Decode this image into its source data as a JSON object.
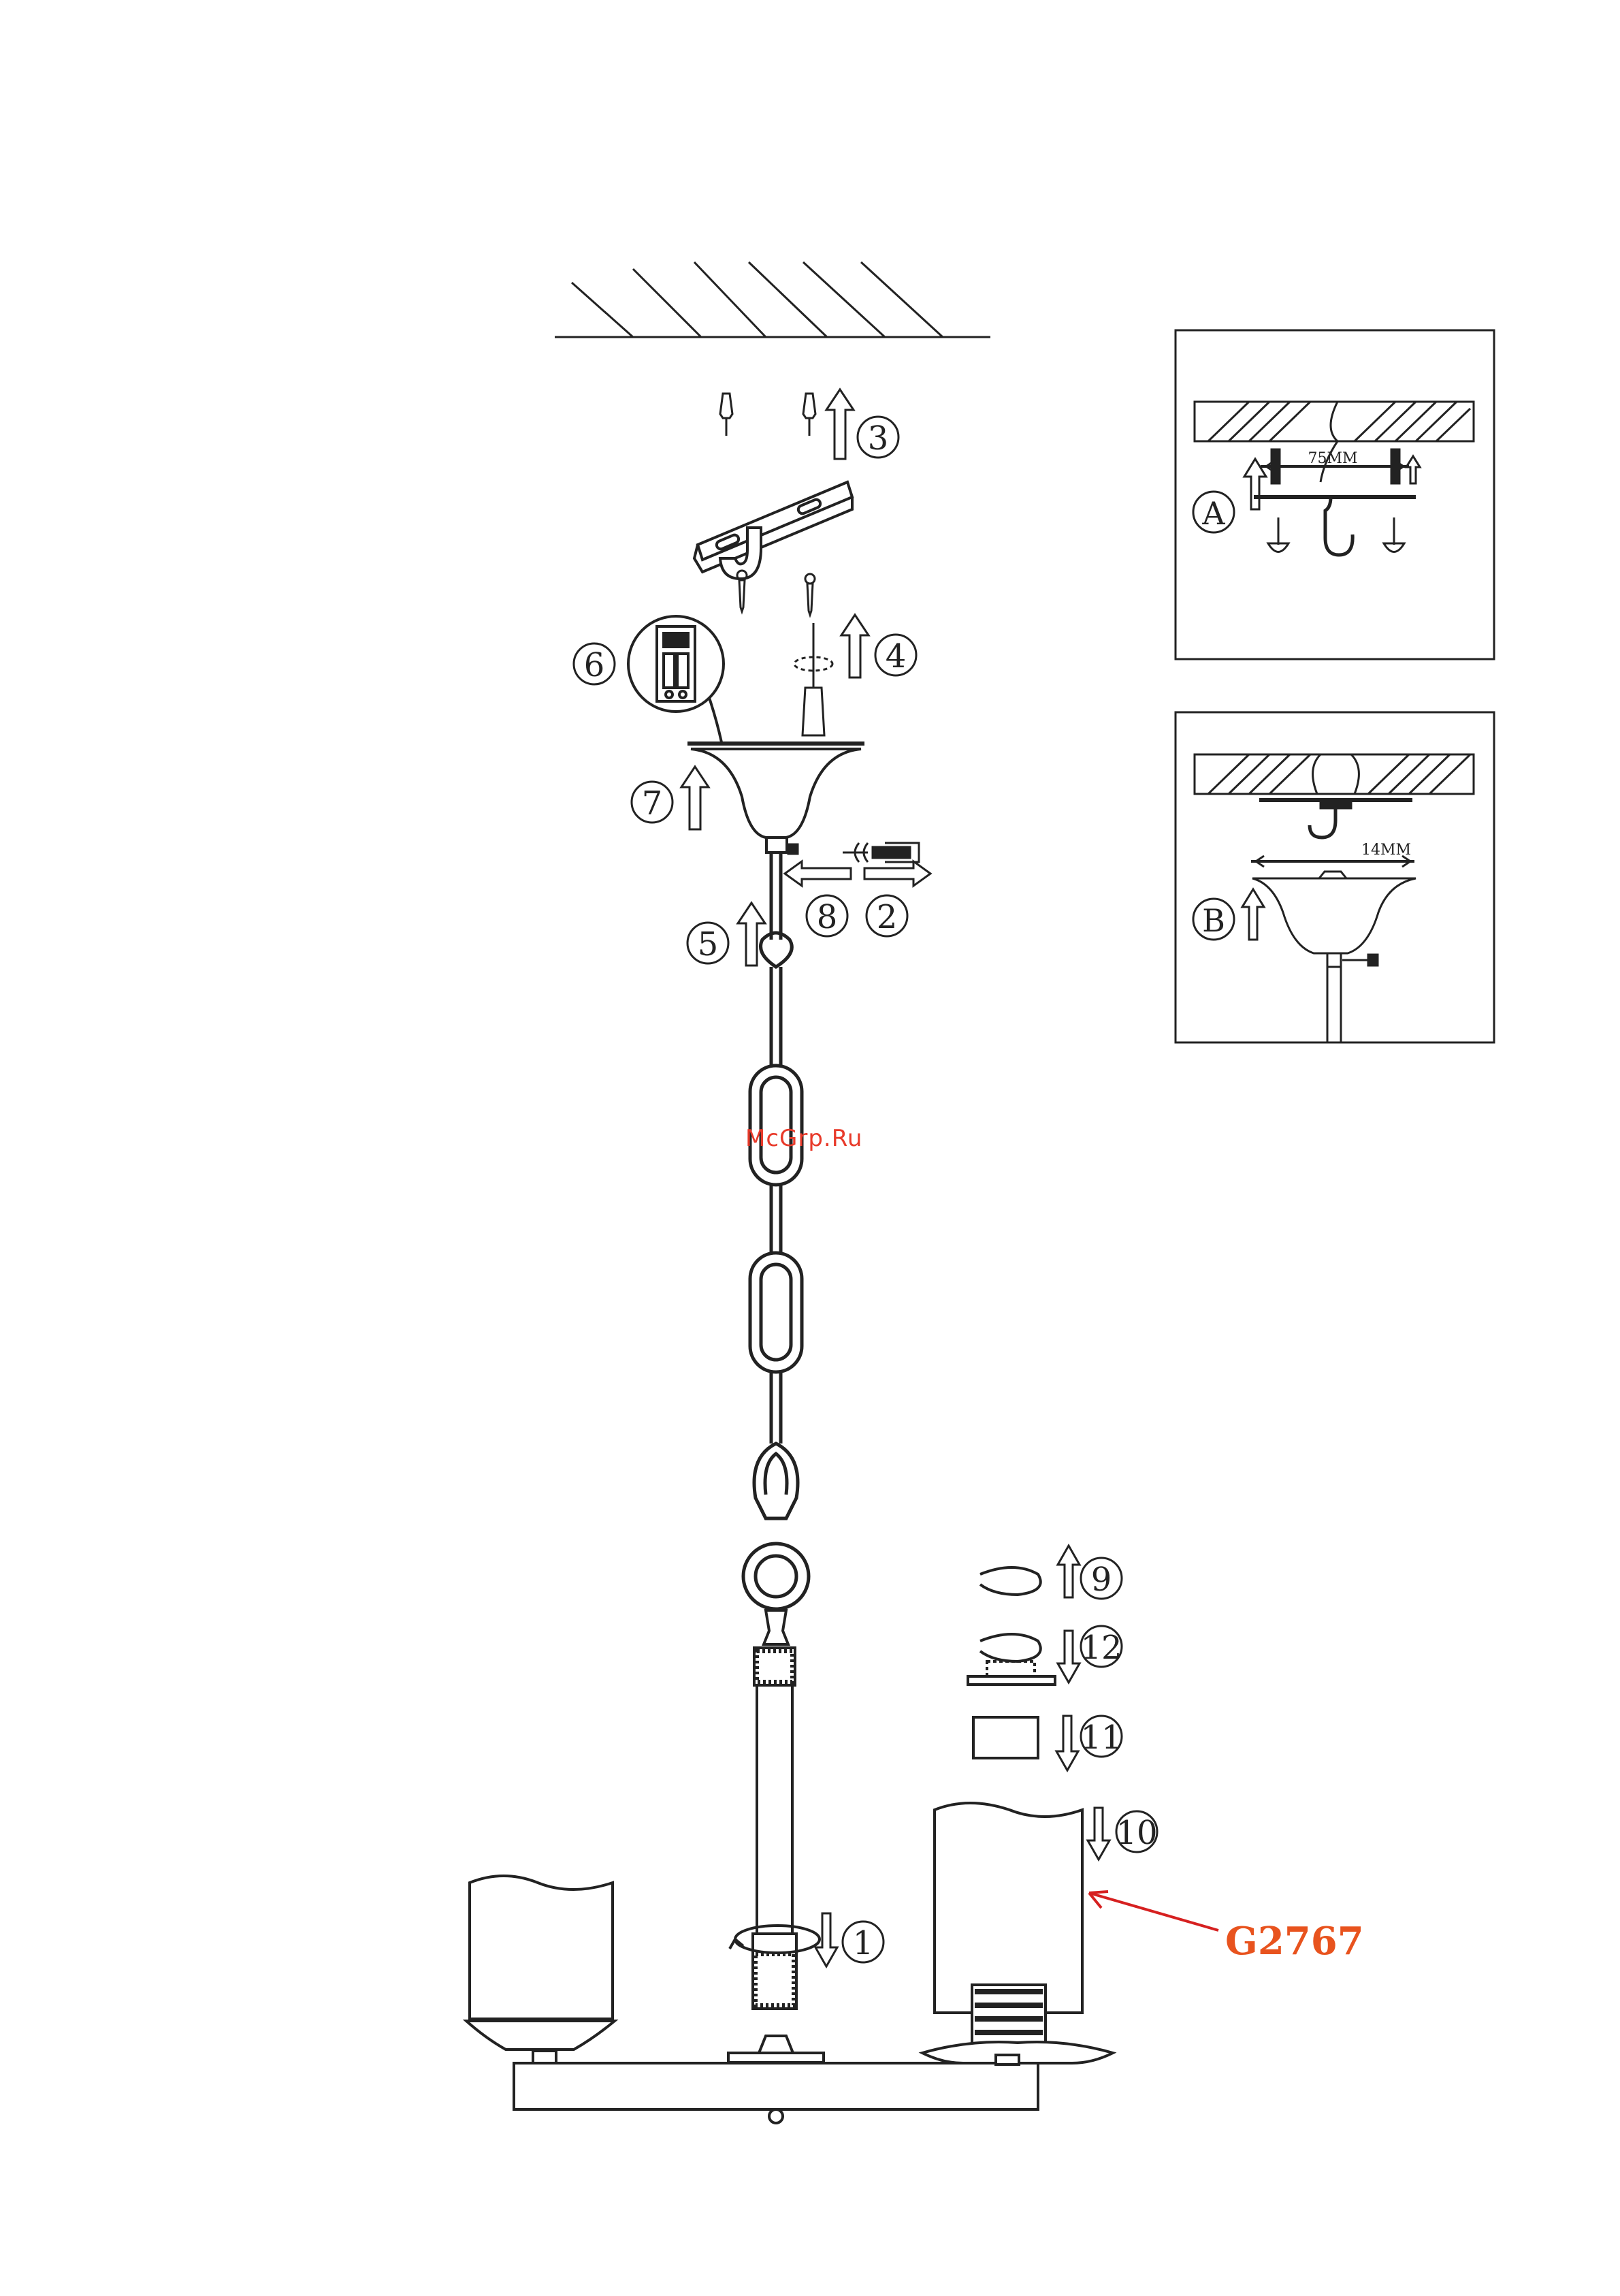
{
  "labels": {
    "step1": "1",
    "step2": "2",
    "step3": "3",
    "step4": "4",
    "step5": "5",
    "step6": "6",
    "step7": "7",
    "step8": "8",
    "step9": "9",
    "step10": "10",
    "step11": "11",
    "step12": "12",
    "detailA": "A",
    "detailB": "B",
    "dimA": "75MM",
    "dimB": "14MM"
  },
  "watermark": "McGrp.Ru",
  "part_code": "G2767",
  "colors": {
    "line": "#222222",
    "accent": "#e8531e",
    "arrow_red": "#d62020",
    "watermark": "#e83a2a"
  }
}
